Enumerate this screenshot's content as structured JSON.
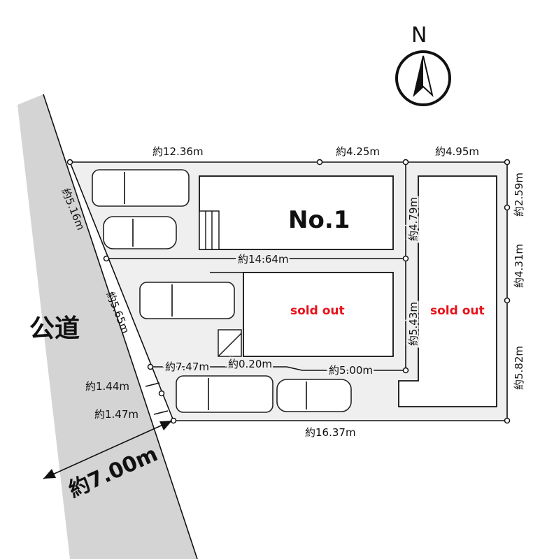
{
  "compass": {
    "label": "N"
  },
  "road": {
    "label": "公道",
    "width_label": "約7.00m"
  },
  "buildings": [
    {
      "label": "No.1"
    },
    {
      "label": "sold out",
      "color": "#e8121b"
    },
    {
      "label": "sold out",
      "color": "#e8121b"
    }
  ],
  "dimensions": {
    "top_left": "約12.36m",
    "top_mid": "約4.25m",
    "top_right": "約4.95m",
    "right_top": "約2.59m",
    "right_mid": "約4.31m",
    "right_bottom": "約5.82m",
    "left_top": "約5.16m",
    "left_mid": "約5.65m",
    "left_144": "約1.44m",
    "left_147": "約1.47m",
    "div_1": "約14.64m",
    "div_v1": "約4.79m",
    "div_v2": "約5.43m",
    "div_2a": "約7.47m",
    "div_2b": "約0.20m",
    "div_2c": "約5.00m",
    "bottom": "約16.37m"
  }
}
